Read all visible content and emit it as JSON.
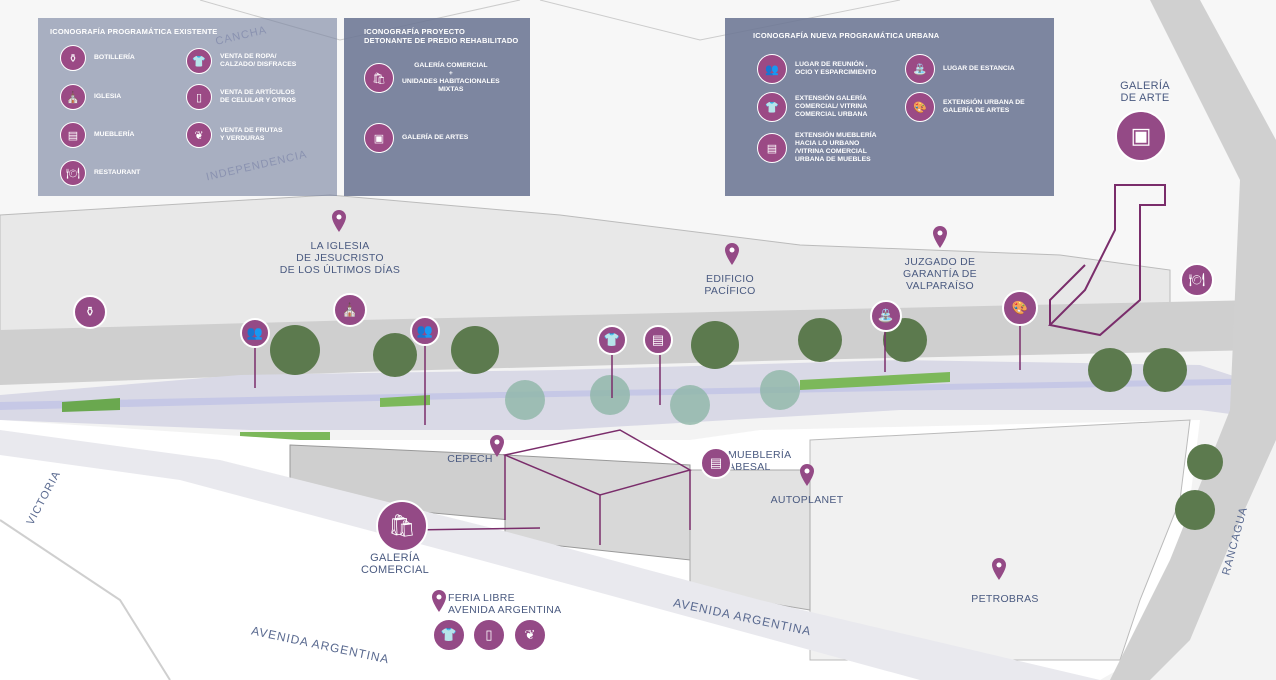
{
  "colors": {
    "accent": "#944a86",
    "panel": "#7a82a0",
    "text": "#4a5a80"
  },
  "panels": {
    "existente": {
      "title": "ICONOGRAFÍA PROGRAMÁTICA EXISTENTE",
      "items": [
        {
          "icon": "bottles-icon",
          "label": "BOTILLERÍA"
        },
        {
          "icon": "church-icon",
          "label": "IGLESIA"
        },
        {
          "icon": "furniture-icon",
          "label": "MUEBLERÍA"
        },
        {
          "icon": "restaurant-icon",
          "label": "RESTAURANT"
        },
        {
          "icon": "tshirt-icon",
          "label": "VENTA DE ROPA/\nCALZADO/ DISFRACES"
        },
        {
          "icon": "phone-icon",
          "label": "VENTA DE ARTÍCULOS\nDE CELULAR Y OTROS"
        },
        {
          "icon": "fruit-icon",
          "label": "VENTA DE FRUTAS\nY VERDURAS"
        }
      ]
    },
    "proyecto": {
      "title": "ICONOGRAFÍA PROYECTO\nDETONANTE DE PREDIO REHABILITADO",
      "items": [
        {
          "icon": "shopping-bags-icon",
          "label": "GALERÍA COMERCIAL\n+\nUNIDADES HABITACIONALES\nMIXTAS"
        },
        {
          "icon": "picture-icon",
          "label": "GALERÍA DE ARTES"
        }
      ]
    },
    "nueva": {
      "title": "ICONOGRAFÍA NUEVA PROGRAMÁTICA URBANA",
      "items": [
        {
          "icon": "people-icon",
          "label": "LUGAR DE REUNIÓN ,\nOCIO Y ESPARCIMIENTO"
        },
        {
          "icon": "tshirt-icon",
          "label": "EXTENSIÓN GALERÍA\nCOMERCIAL/ VITRINA\nCOMERCIAL URBANA"
        },
        {
          "icon": "furniture-icon",
          "label": "EXTENSIÓN MUEBLERÍA\nHACIA LO URBANO\n/VITRINA COMERCIAL\nURBANA DE MUEBLES"
        },
        {
          "icon": "bench-icon",
          "label": "LUGAR DE ESTANCIA"
        },
        {
          "icon": "palette-icon",
          "label": "EXTENSIÓN URBANA DE\nGALERÍA DE ARTES"
        }
      ]
    }
  },
  "map_labels": {
    "iglesia": "LA IGLESIA\nDE JESUCRISTO\nDE LOS ÚLTIMOS DÍAS",
    "edificio": "EDIFICIO\nPACÍFICO",
    "juzgado": "JUZGADO DE\nGARANTÍA DE\nVALPARAÍSO",
    "galeria_arte": "GALERÍA\nDE ARTE",
    "cepech": "CEPECH",
    "muebleria": "MUEBLERÍA\nABESAL",
    "autoplanet": "AUTOPLANET",
    "galeria_comercial": "GALERÍA\nCOMERCIAL",
    "feria": "FERIA LIBRE\nAVENIDA ARGENTINA",
    "petrobras": "PETROBRAS"
  },
  "streets": {
    "independencia": "INDEPENDENCIA",
    "victoria": "VICTORIA",
    "av_argentina_1": "AVENIDA ARGENTINA",
    "av_argentina_2": "AVENIDA ARGENTINA",
    "rancagua": "RANCAGUA",
    "cancha": "CANCHA"
  }
}
